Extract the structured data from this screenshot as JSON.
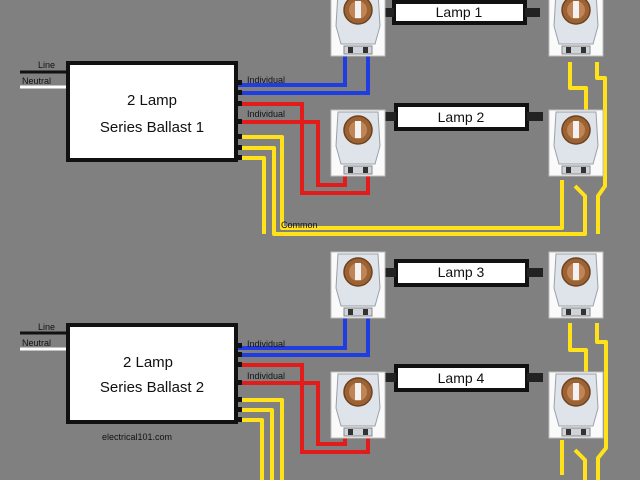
{
  "colors": {
    "background": "#808080",
    "line_wire": "#111111",
    "neutral_wire": "#ffffff",
    "individual_blue": "#1f3de0",
    "individual_red": "#e21b1b",
    "common_yellow": "#ffe21a",
    "ballast_fill": "#ffffff",
    "lamp_fill": "#ffffff"
  },
  "ballasts": [
    {
      "title_line1": "2 Lamp",
      "title_line2": "Series Ballast 1",
      "line_label": "Line",
      "neutral_label": "Neutral",
      "individual_label_top": "Individual",
      "individual_label_bottom": "Individual",
      "common_label": "Common",
      "lamps": [
        "Lamp 1",
        "Lamp 2"
      ]
    },
    {
      "title_line1": "2 Lamp",
      "title_line2": "Series Ballast 2",
      "line_label": "Line",
      "neutral_label": "Neutral",
      "individual_label_top": "Individual",
      "individual_label_bottom": "Individual",
      "lamps": [
        "Lamp 3",
        "Lamp 4"
      ]
    }
  ],
  "credit": "electrical101.com"
}
